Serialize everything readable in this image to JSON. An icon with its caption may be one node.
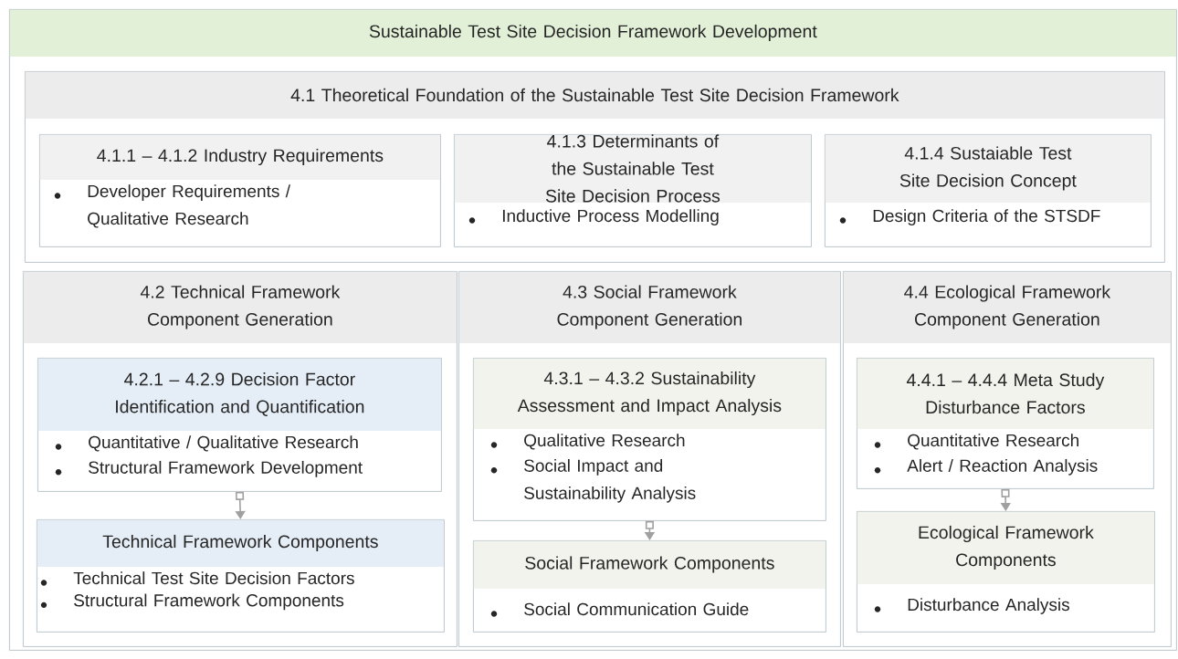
{
  "diagram": {
    "nodes": [
      {
        "text": [
          "Sustainable Test Site Decision Framework Development"
        ]
      },
      {
        "text": [
          "4.1 Theoretical Foundation of the Sustainable Test Site Decision Framework"
        ],
        "in": 0
      },
      {
        "text": [
          "4.1.1 – 4.1.2 Industry Requirements",
          "Developer Requirements / Qualitative Research"
        ],
        "in": 1
      },
      {
        "text": [
          "4.1.3 Determinants of the Sustainable Test Site Decision Process",
          "Inductive Process Modelling"
        ],
        "in": 1
      },
      {
        "text": [
          "4.1.4 Sustaiable Test Site Decision Concept",
          "Design Criteria of the STSDF"
        ],
        "in": 1
      },
      {
        "text": [
          "4.2 Technical Framework Component Generation"
        ],
        "in": 0
      },
      {
        "text": [
          "4.2.1 – 4.2.9 Decision Factor Identification and Quantification",
          "Quantitative / Qualitative Research",
          "Structural Framework Development"
        ],
        "in": 5
      },
      {
        "text": [
          "Technical Framework Components",
          "Technical Test Site Decision Factors",
          "Structural Framework Components"
        ],
        "in": 5
      },
      {
        "text": [
          "4.3 Social Framework Component Generation"
        ],
        "in": 0
      },
      {
        "text": [
          "4.3.1 – 4.3.2 Sustainability Assessment and Impact Analysis",
          "Qualitative Research",
          "Social Impact and Sustainability Analysis"
        ],
        "in": 8
      },
      {
        "text": [
          "Social Framework Components",
          "Social Communication Guide"
        ],
        "in": 8
      },
      {
        "text": [
          "4.4 Ecological Framework Component Generation"
        ],
        "in": 0
      },
      {
        "text": [
          "4.4.1 – 4.4.4  Meta Study Disturbance Factors",
          "Quantitative Research",
          "Alert / Reaction Analysis"
        ],
        "in": 11
      },
      {
        "text": [
          "Ecological Framework Components",
          "Disturbance Analysis"
        ],
        "in": 11
      }
    ],
    "edges": [
      {
        "from": 6,
        "to": 7,
        "arrow": "to"
      },
      {
        "from": 9,
        "to": 10,
        "arrow": "to"
      },
      {
        "from": 12,
        "to": 13,
        "arrow": "to"
      }
    ]
  }
}
